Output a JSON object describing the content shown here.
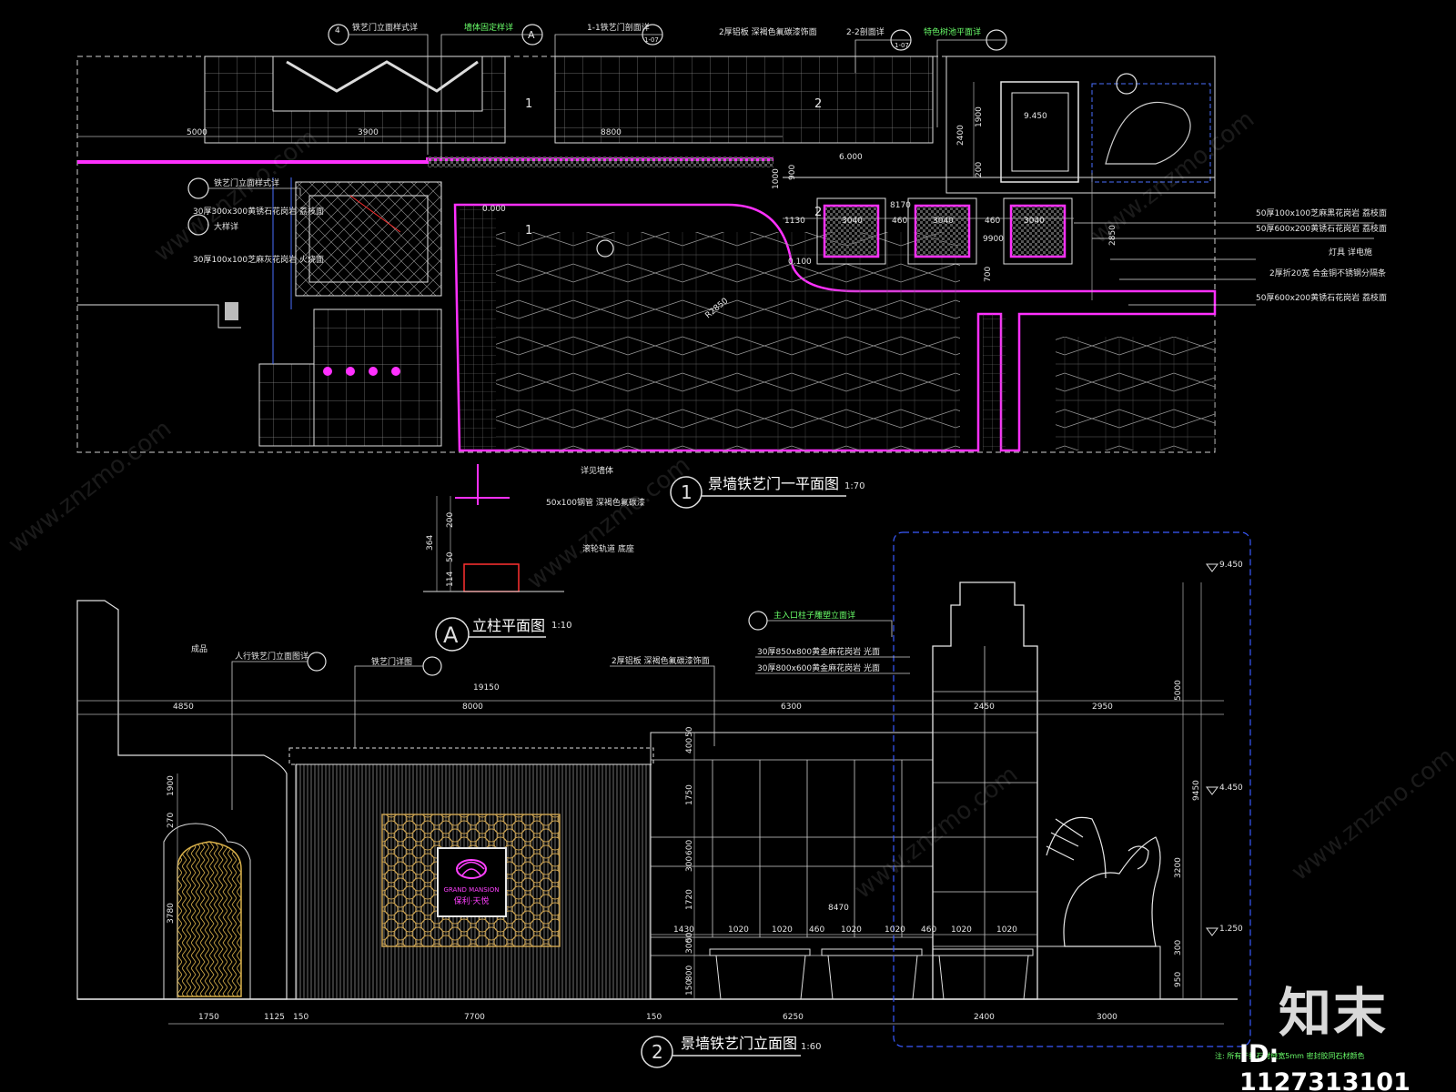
{
  "brand": {
    "logo_text": "知末",
    "id_text": "ID: 1127313101"
  },
  "watermark": "www.znzmo.com",
  "plan": {
    "title": "景墙铁艺门一平面图",
    "scale": "1:70",
    "number": "1",
    "top_callouts": [
      "铁艺门立面样式详",
      "墙体固定样详",
      "1-1铁艺门剖面详",
      "2厚铝板 深褐色氟碳漆饰面",
      "2-2剖面详",
      "特色树池平面详"
    ],
    "left_notes": [
      "铁艺门立面样式详",
      "30厚300x300黄锈石花岗岩 荔枝面",
      "大样详",
      "30厚100x100芝麻灰花岗岩 火烧面"
    ],
    "right_notes": [
      "50厚100x100芝麻黑花岗岩 荔枝面",
      "50厚600x200黄锈石花岗岩 荔枝面",
      "灯具 详电施",
      "2厚折20宽 合金铜不锈钢分隔条",
      "50厚600x200黄锈石花岗岩 荔枝面"
    ],
    "dims": [
      "5000",
      "3900",
      "8800",
      "2400",
      "1900",
      "900",
      "200",
      "1130",
      "3040",
      "460",
      "3040",
      "460",
      "3040",
      "9900",
      "2850",
      "700",
      "8170",
      "R2850",
      "1000"
    ],
    "levels": [
      "6.000",
      "9.450",
      "0.000",
      "0.100"
    ],
    "section_marks": [
      "1",
      "2",
      "2",
      "1",
      "A",
      "4",
      "1-07",
      "1-07"
    ]
  },
  "column": {
    "title": "立柱平面图",
    "scale": "1:10",
    "letter": "A",
    "notes": [
      "50x100钢管 深褐色氟碳漆",
      "详见墙体",
      "滚轮轨道 底座"
    ],
    "dims": [
      "364",
      "200",
      "50",
      "114"
    ]
  },
  "elevation": {
    "title": "景墙铁艺门立面图",
    "scale": "1:60",
    "number": "2",
    "notes": [
      "成品",
      "人行铁艺门立面图详",
      "铁艺门详图",
      "2厚铝板 深褐色氟碳漆饰面",
      "主入口柱子雕塑立面详",
      "30厚850x800黄金麻花岗岩 光面",
      "30厚800x600黄金麻花岗岩 光面"
    ],
    "top_dims": [
      "19150",
      "4850",
      "8000",
      "6300",
      "2450",
      "2950"
    ],
    "bottom_dims": [
      "1750",
      "1125",
      "150",
      "7700",
      "150",
      "6250",
      "2400",
      "3000"
    ],
    "mid_dims": [
      "8470",
      "1430",
      "1020",
      "1020",
      "460",
      "1020",
      "1020",
      "460",
      "1020",
      "1020"
    ],
    "vertical_dims": [
      "1900",
      "270",
      "3780",
      "400",
      "50",
      "1750",
      "600",
      "300",
      "1720",
      "300",
      "50",
      "800",
      "150",
      "5000",
      "9450",
      "3200",
      "300",
      "950"
    ],
    "levels": [
      "9.450",
      "4.450",
      "1.250"
    ],
    "sign_en": "GRAND MANSION",
    "sign_cn": "保利·天悦",
    "footnote": "注: 所有干挂石材缝宽5mm 密封胶同石材颜色"
  }
}
